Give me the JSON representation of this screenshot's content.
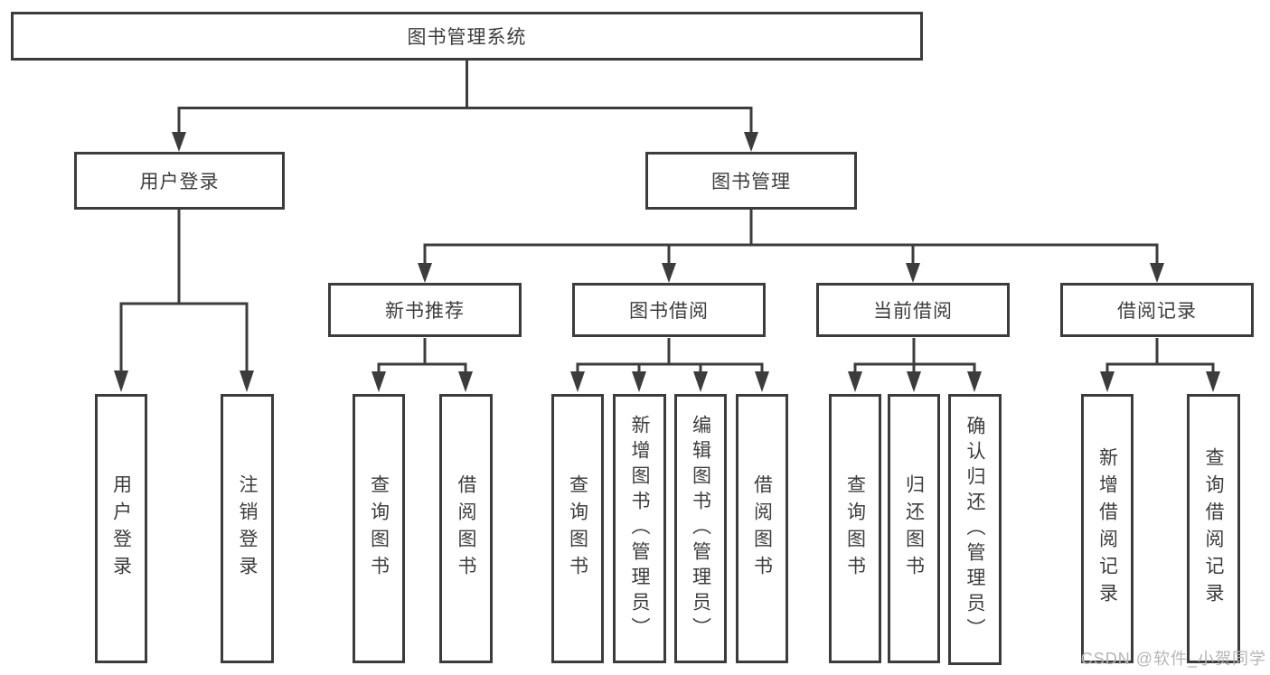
{
  "diagram": {
    "title": "图书管理系统",
    "watermark": "CSDN @软件_小贺同学",
    "colors": {
      "line": "#3c3c3c",
      "text": "#3d3d3d",
      "watermark": "#b5b5b5",
      "background": "#ffffff"
    },
    "level2": {
      "user_login": "用户登录",
      "book_mgmt": "图书管理"
    },
    "level3": {
      "new_books": "新书推荐",
      "book_borrow": "图书借阅",
      "current_borrow": "当前借阅",
      "borrow_records": "借阅记录"
    },
    "leaves": {
      "user_login": [
        "用户登录",
        "注销登录"
      ],
      "new_books": [
        "查询图书",
        "借阅图书"
      ],
      "book_borrow": [
        "查询图书",
        "新增图书（管理员）",
        "编辑图书（管理员）",
        "借阅图书"
      ],
      "current_borrow": [
        "查询图书",
        "归还图书",
        "确认归还（管理员）"
      ],
      "borrow_records": [
        "新增借阅记录",
        "查询借阅记录"
      ]
    }
  }
}
